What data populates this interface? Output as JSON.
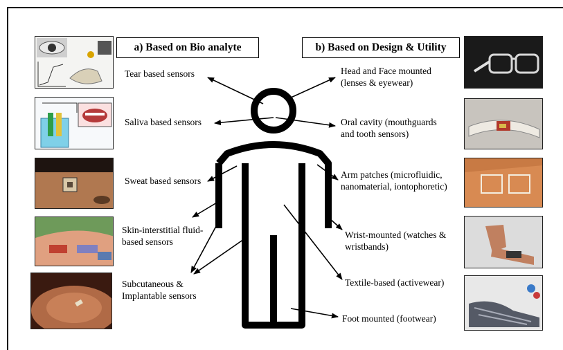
{
  "headers": {
    "left": "a) Based on Bio analyte",
    "right": "b) Based on Design & Utility"
  },
  "left_labels": [
    "Tear based sensors",
    "Saliva based sensors",
    "Sweat based sensors",
    "Skin-interstitial fluid-\nbased sensors",
    "Subcutaneous &\nImplantable sensors"
  ],
  "right_labels": [
    "Head and Face mounted\n(lenses & eyewear)",
    "Oral cavity (mouthguards\nand tooth sensors)",
    "Arm patches (microfluidic,\nnanomaterial, iontophoretic)",
    "Wrist-mounted (watches &\nwristbands)",
    "Textile-based (activewear)",
    "Foot mounted (footwear)"
  ],
  "photos_left": [
    "eye-sensor-photo",
    "saliva-sensor-photo",
    "forehead-sweat-patch-photo",
    "arm-interstitial-patch-photo",
    "fingertip-implant-photo"
  ],
  "photos_right": [
    "eyeglasses-photo",
    "mouthguard-photo",
    "arm-patch-photo",
    "wristband-photo",
    "footwear-sensor-photo"
  ],
  "colors": {
    "line": "#000000",
    "background": "#ffffff"
  }
}
